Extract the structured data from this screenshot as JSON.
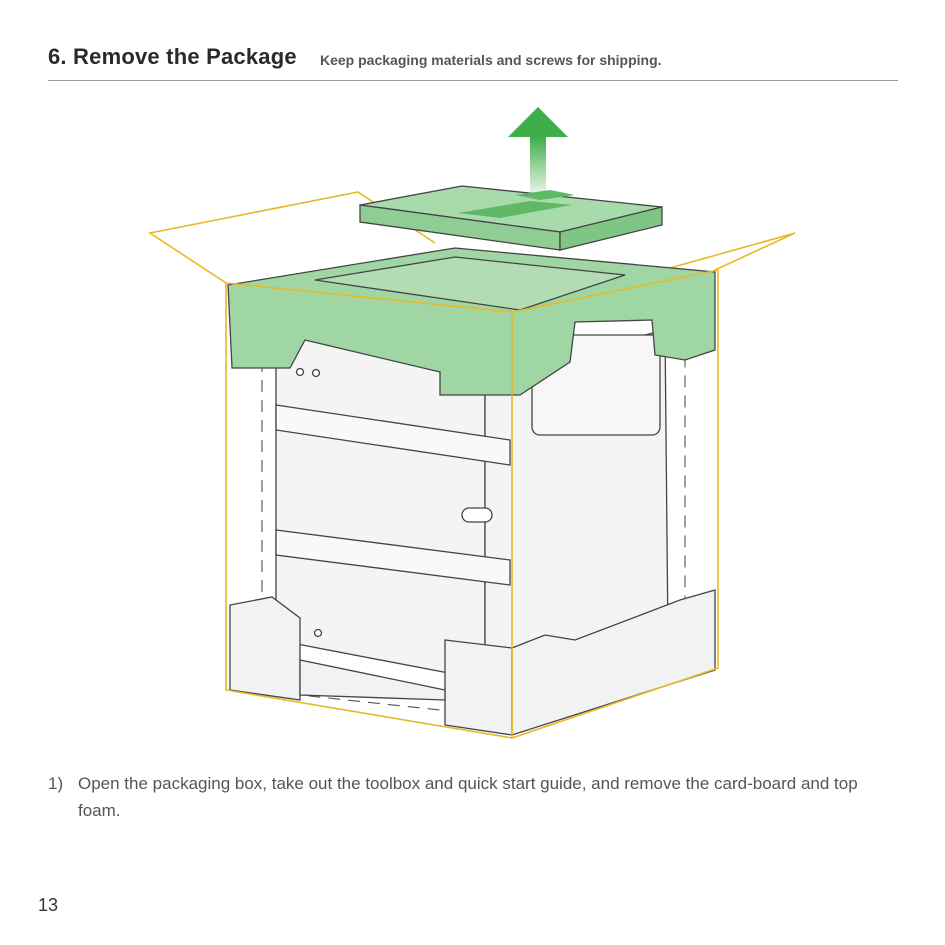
{
  "header": {
    "title": "6. Remove the Package",
    "subtitle": "Keep packaging materials and screws for shipping."
  },
  "colors": {
    "foam": "#9fd6a3",
    "arrow": "#3fae4a",
    "box_outline": "#e8b923",
    "device_line": "#444444"
  },
  "step": {
    "number": "1)",
    "text": "Open the packaging box, take out the toolbox and quick start guide, and remove the card-board and top foam."
  },
  "page": {
    "number": "13"
  }
}
